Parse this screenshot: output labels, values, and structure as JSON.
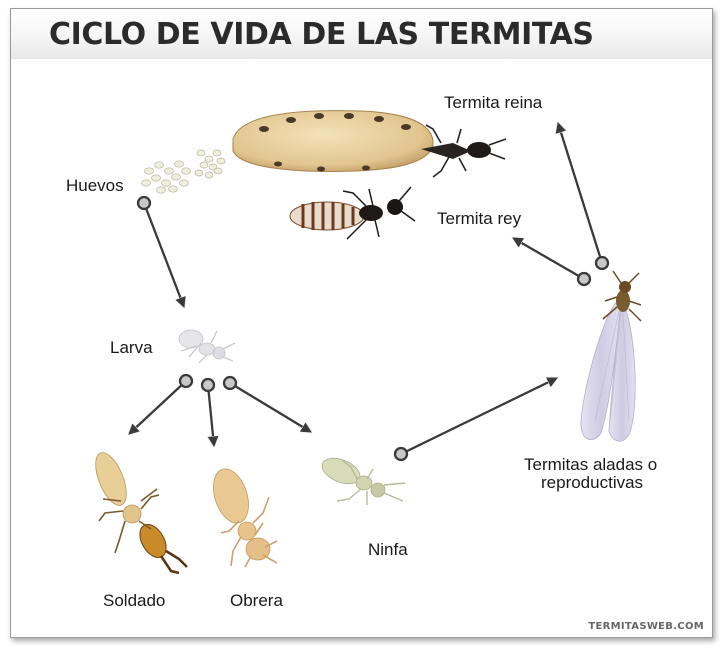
{
  "title": "CICLO DE VIDA DE LAS TERMITAS",
  "stages": {
    "eggs": "Huevos",
    "queen": "Termita reina",
    "king": "Termita rey",
    "larva": "Larva",
    "winged_line1": "Termitas aladas o",
    "winged_line2": "reproductivas",
    "soldier": "Soldado",
    "worker": "Obrera",
    "nymph": "Ninfa"
  },
  "watermark": "TERMITASWEB.COM",
  "colors": {
    "arrow": "#3a3a3a",
    "arrow_knob": "#c8c8c8",
    "queen_body": "#e8cf9c",
    "worker_body": "#e9c892",
    "soldier_head": "#c98a2a",
    "wing": "#d9d6ea"
  }
}
